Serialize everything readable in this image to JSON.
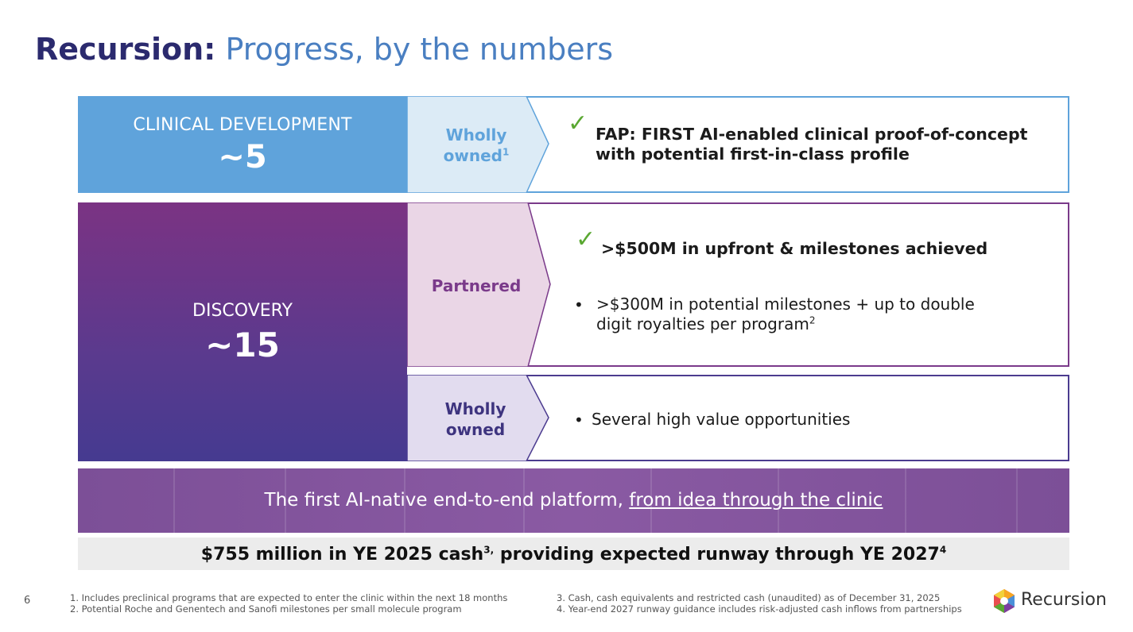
{
  "title": {
    "brand": "Recursion:",
    "rest": "Progress, by the numbers"
  },
  "clinical": {
    "label": "CLINICAL DEVELOPMENT",
    "count": "~5",
    "tag": "Wholly owned",
    "tag_sup": "1",
    "text_line1": "FAP: FIRST AI-enabled clinical proof-of-concept",
    "text_line2": "with potential first-in-class profile"
  },
  "discovery": {
    "label": "DISCOVERY",
    "count": "~15",
    "partnered": {
      "tag": "Partnered",
      "headline": ">$500M in upfront & milestones achieved",
      "bullet_line1": ">$300M in potential milestones + up to double",
      "bullet_line2": "digit royalties per program",
      "bullet_sup": "2"
    },
    "owned": {
      "tag_line1": "Wholly",
      "tag_line2": "owned",
      "bullet": "Several high value opportunities"
    }
  },
  "banner": {
    "text": "The first AI-native end-to-end platform, ",
    "underlined": "from idea through the clinic"
  },
  "cash": {
    "part1": "$755 million in YE 2025 cash",
    "sup1": "3,",
    "part2": " providing expected runway through YE 2027",
    "sup2": "4"
  },
  "page_number": "6",
  "footnotes": [
    "1.  Includes preclinical programs that are expected to enter the clinic within the next 18 months",
    "2.  Potential Roche and Genentech and Sanofi milestones per small molecule program",
    "3.  Cash, cash equivalents and restricted cash (unaudited) as of December 31, 2025",
    "4.  Year-end 2027 runway guidance includes risk-adjusted cash inflows from partnerships"
  ],
  "logo": {
    "text": "Recursion",
    "icon": "recursion-hexagon-icon"
  },
  "colors": {
    "title_brand": "#2b2a6e",
    "title_rest": "#4a7fc1",
    "clinical_blue": "#5fa3db",
    "discovery_purple": "#7b3383",
    "check_green": "#5aa832"
  },
  "bullet_symbol": "•",
  "check_symbol": "✓"
}
